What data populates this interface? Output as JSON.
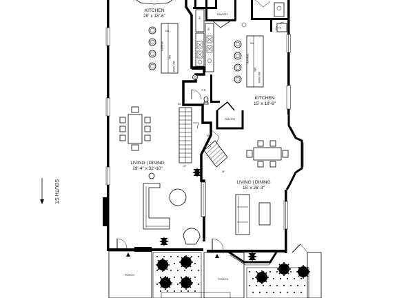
{
  "street": {
    "name": "SOUTH ST."
  },
  "units": [
    {
      "id": "left",
      "rooms": {
        "kitchen": {
          "name": "KITCHEN",
          "size": "20' x 18'-6\""
        },
        "powder_room": {
          "name": "P.R."
        },
        "pantry": {
          "name": "PANTRY"
        },
        "living_dining": {
          "name": "LIVING | DINING",
          "size": "19'-4\" x 32'-10\""
        },
        "porch": {
          "name": "PORCH"
        }
      },
      "appliances": {
        "fridge": "FR",
        "dishwasher": "DW",
        "microwave": "MW",
        "wine": "MW | WINE",
        "drawer": "DRAWER"
      },
      "stair": {
        "down": "DN",
        "up": "UP"
      }
    },
    {
      "id": "right",
      "rooms": {
        "kitchen": {
          "name": "KITCHEN",
          "size": "15' x 19'-6\""
        },
        "pantry": {
          "name": "PANTRY"
        },
        "living_dining": {
          "name": "LIVING | DINING",
          "size": "15' x 26'-3\""
        },
        "porch": {
          "name": "PORCH"
        }
      },
      "appliances": {
        "fridge": "FR",
        "dishwasher": "DW",
        "microwave": "MW",
        "wine": "MW | WINE",
        "drawer": "DRAWER"
      },
      "stair": {
        "down": "DN",
        "up": "UP"
      }
    }
  ],
  "icons": [
    "north-arrow-icon",
    "plant-icon",
    "door-swing-icon",
    "toilet-icon",
    "stair-icon"
  ]
}
